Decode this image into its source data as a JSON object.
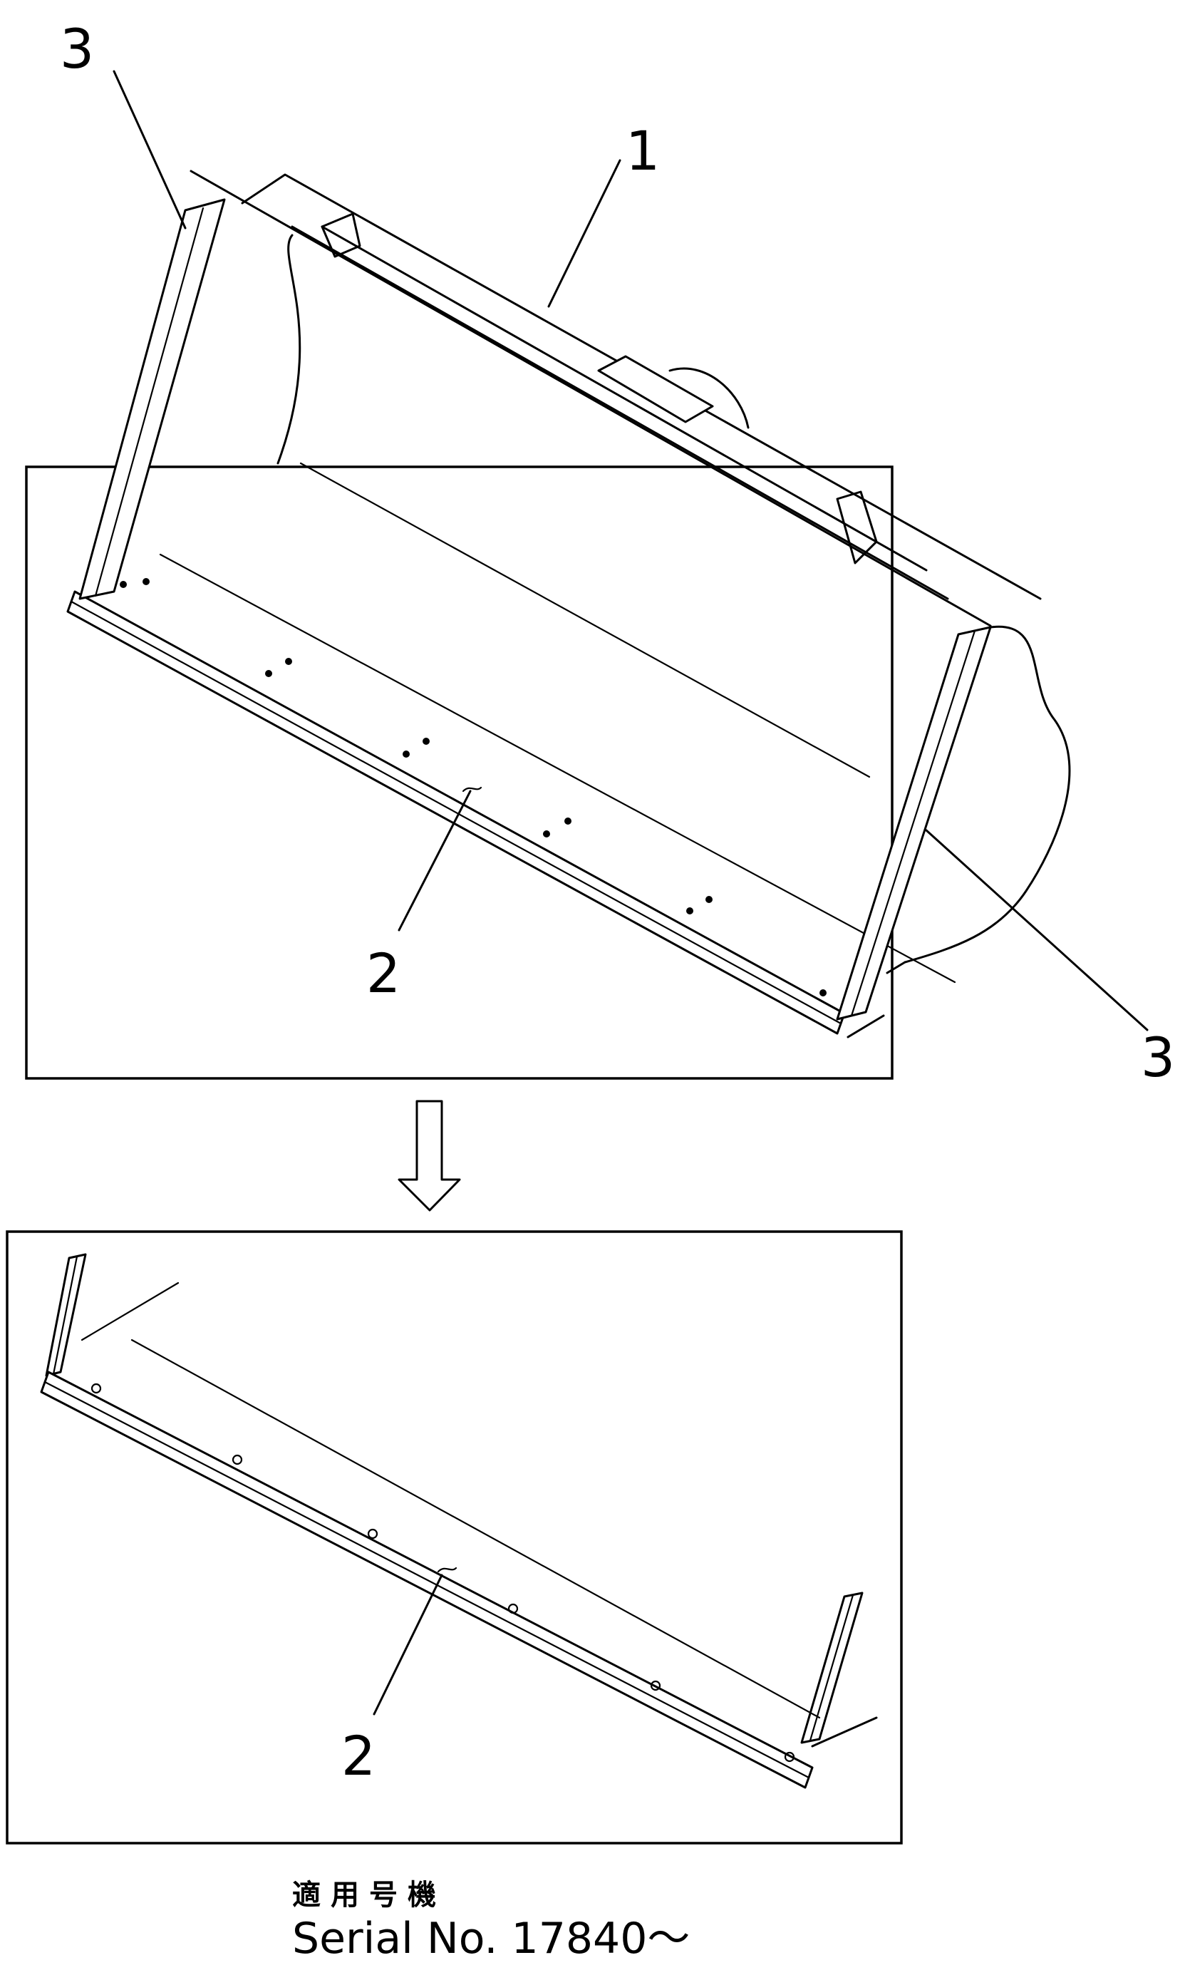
{
  "callouts": {
    "bucket": "1",
    "cutting_edge_upper": "2",
    "cutting_edge_lower": "2",
    "side_edge_left": "3",
    "side_edge_right": "3"
  },
  "caption": {
    "applicable_model_jp": "適用号機",
    "serial": "Serial No. 17840～"
  }
}
